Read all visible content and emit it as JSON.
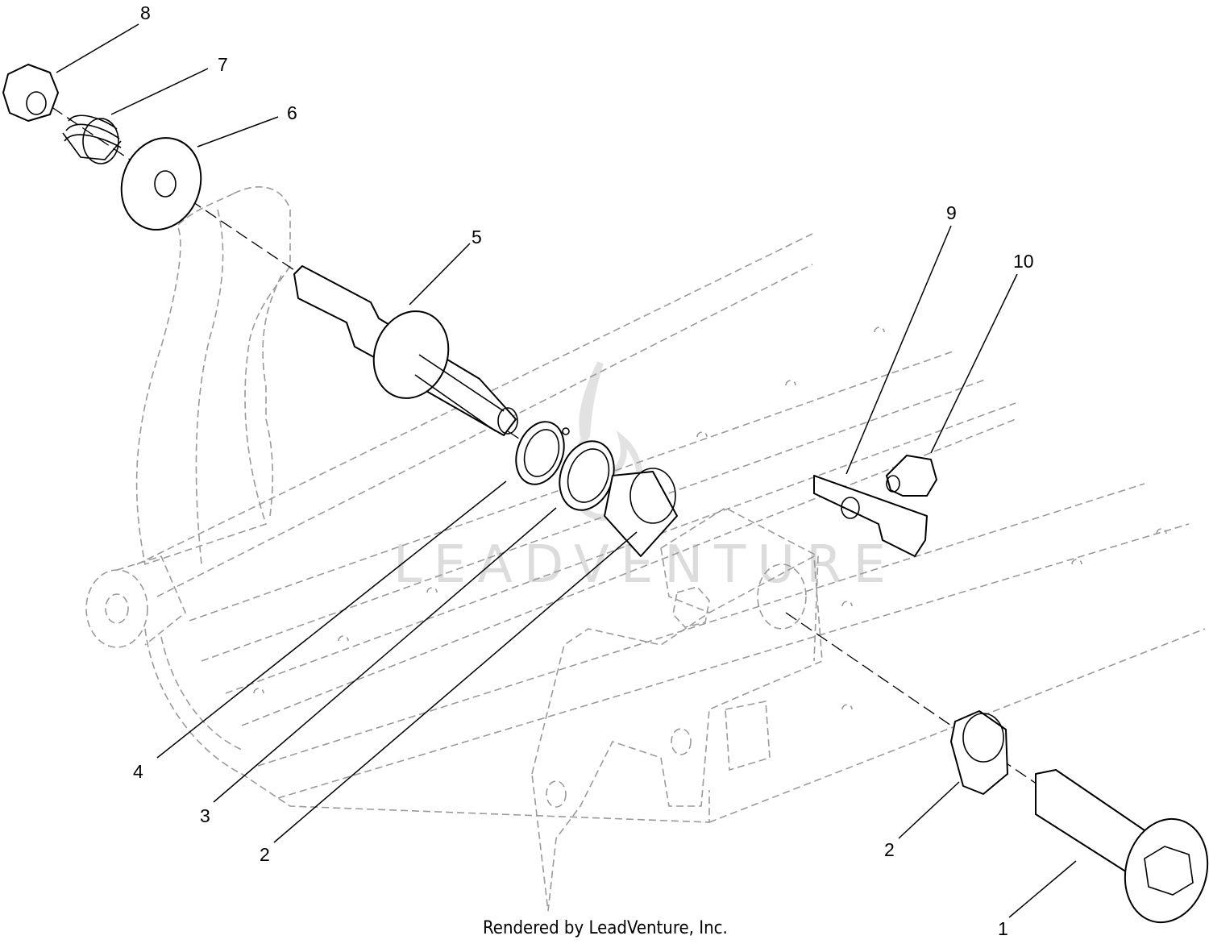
{
  "footer": {
    "text": "Rendered by LeadVenture, Inc."
  },
  "watermark": {
    "text": "LEADVENTURE"
  },
  "callouts": [
    {
      "id": "8",
      "label": "8"
    },
    {
      "id": "7",
      "label": "7"
    },
    {
      "id": "6",
      "label": "6"
    },
    {
      "id": "5",
      "label": "5"
    },
    {
      "id": "9",
      "label": "9"
    },
    {
      "id": "10",
      "label": "10"
    },
    {
      "id": "4",
      "label": "4"
    },
    {
      "id": "3",
      "label": "3"
    },
    {
      "id": "2a",
      "label": "2"
    },
    {
      "id": "2b",
      "label": "2"
    },
    {
      "id": "1",
      "label": "1"
    }
  ]
}
